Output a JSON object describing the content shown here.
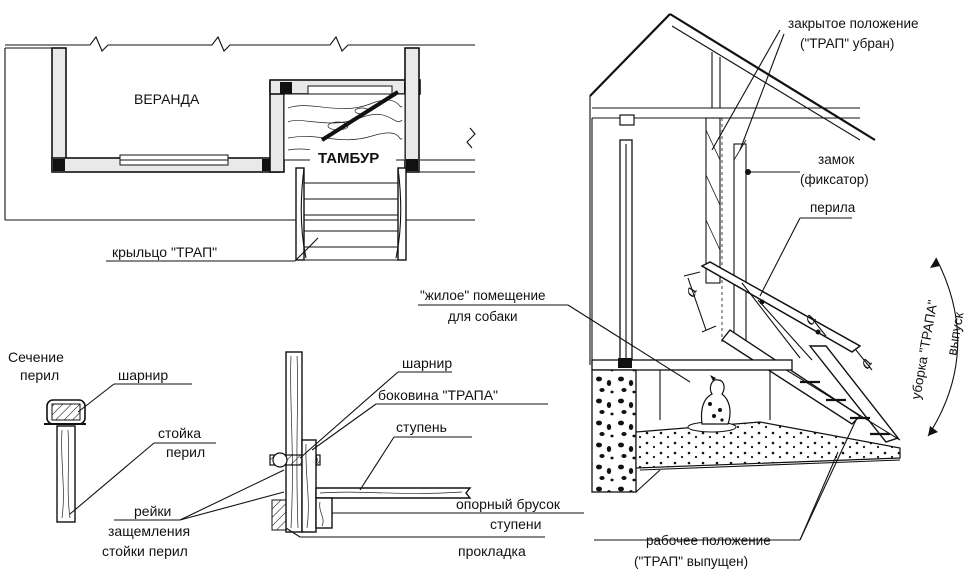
{
  "plan": {
    "veranda": "ВЕРАНДА",
    "vestibule": "ТАМБУР",
    "porch": "крыльцо \"ТРАП\""
  },
  "railing_section": {
    "title_line1": "Сечение",
    "title_line2": "перил",
    "hinge": "шарнир",
    "post_line1": "стойка",
    "post_line2": "перил",
    "slats": "рейки",
    "clamp_line1": "защемления",
    "clamp_line2": "стойки перил"
  },
  "ladder_section": {
    "hinge": "шарнир",
    "stringer": "боковина \"ТРАПА\"",
    "step": "ступень",
    "support_line1": "опорный брусок",
    "support_line2": "ступени",
    "gasket": "прокладка"
  },
  "elevation": {
    "closed_line1": "закрытое положение",
    "closed_line2": "(\"ТРАП\" убран)",
    "lock_line1": "замок",
    "lock_line2": "(фиксатор)",
    "railing": "перила",
    "dog_room_line1": "\"жилое\" помещение",
    "dog_room_line2": "для собаки",
    "working_line1": "рабочее положение",
    "working_line2": "(\"ТРАП\" выпущен)",
    "arc_retract": "уборка \"ТРАПА\"",
    "arc_release": "выпуск",
    "dim_a": "a"
  }
}
